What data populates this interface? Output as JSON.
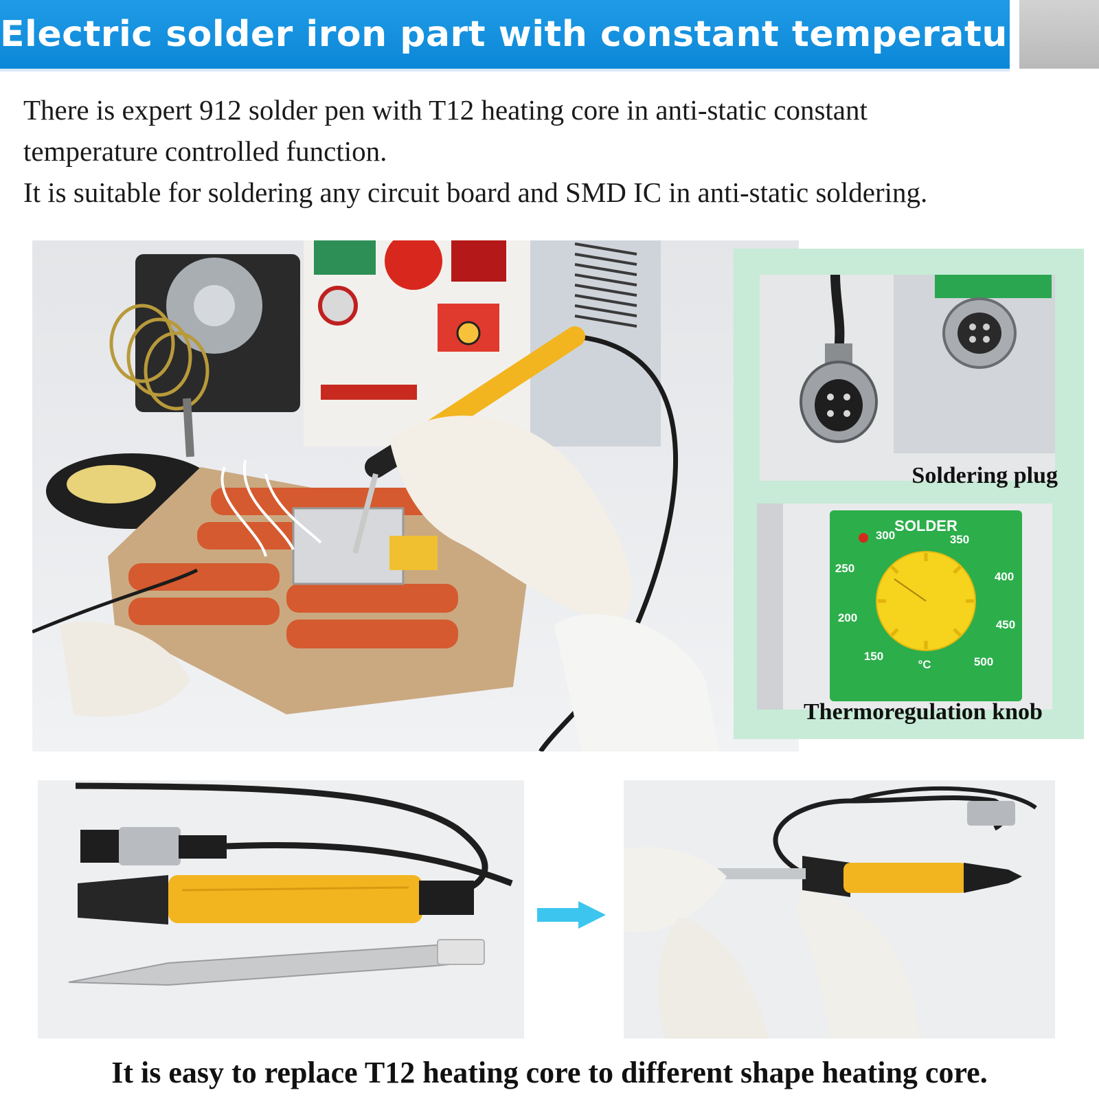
{
  "header": {
    "title": "Electric solder iron part with constant temperature"
  },
  "intro": {
    "line1": "There is expert 912 solder pen with T12 heating core in anti-static constant",
    "line2": "temperature controlled function.",
    "line3": "It is suitable for soldering any circuit board and SMD IC in anti-static soldering."
  },
  "panels": {
    "plug_caption": "Soldering plug",
    "knob_caption": "Thermoregulation knob",
    "knob_dial": {
      "brand": "SOLDER",
      "unit": "°C",
      "scale": [
        "150",
        "200",
        "250",
        "300",
        "350",
        "400",
        "450",
        "500"
      ]
    }
  },
  "footer": {
    "text": "It is easy to replace T12 heating core to different shape heating core."
  },
  "colors": {
    "banner": "#0b87d8",
    "side_panel": "#c7ebd6",
    "handle_yellow": "#f2b51f",
    "arrow": "#3cc6ef"
  }
}
